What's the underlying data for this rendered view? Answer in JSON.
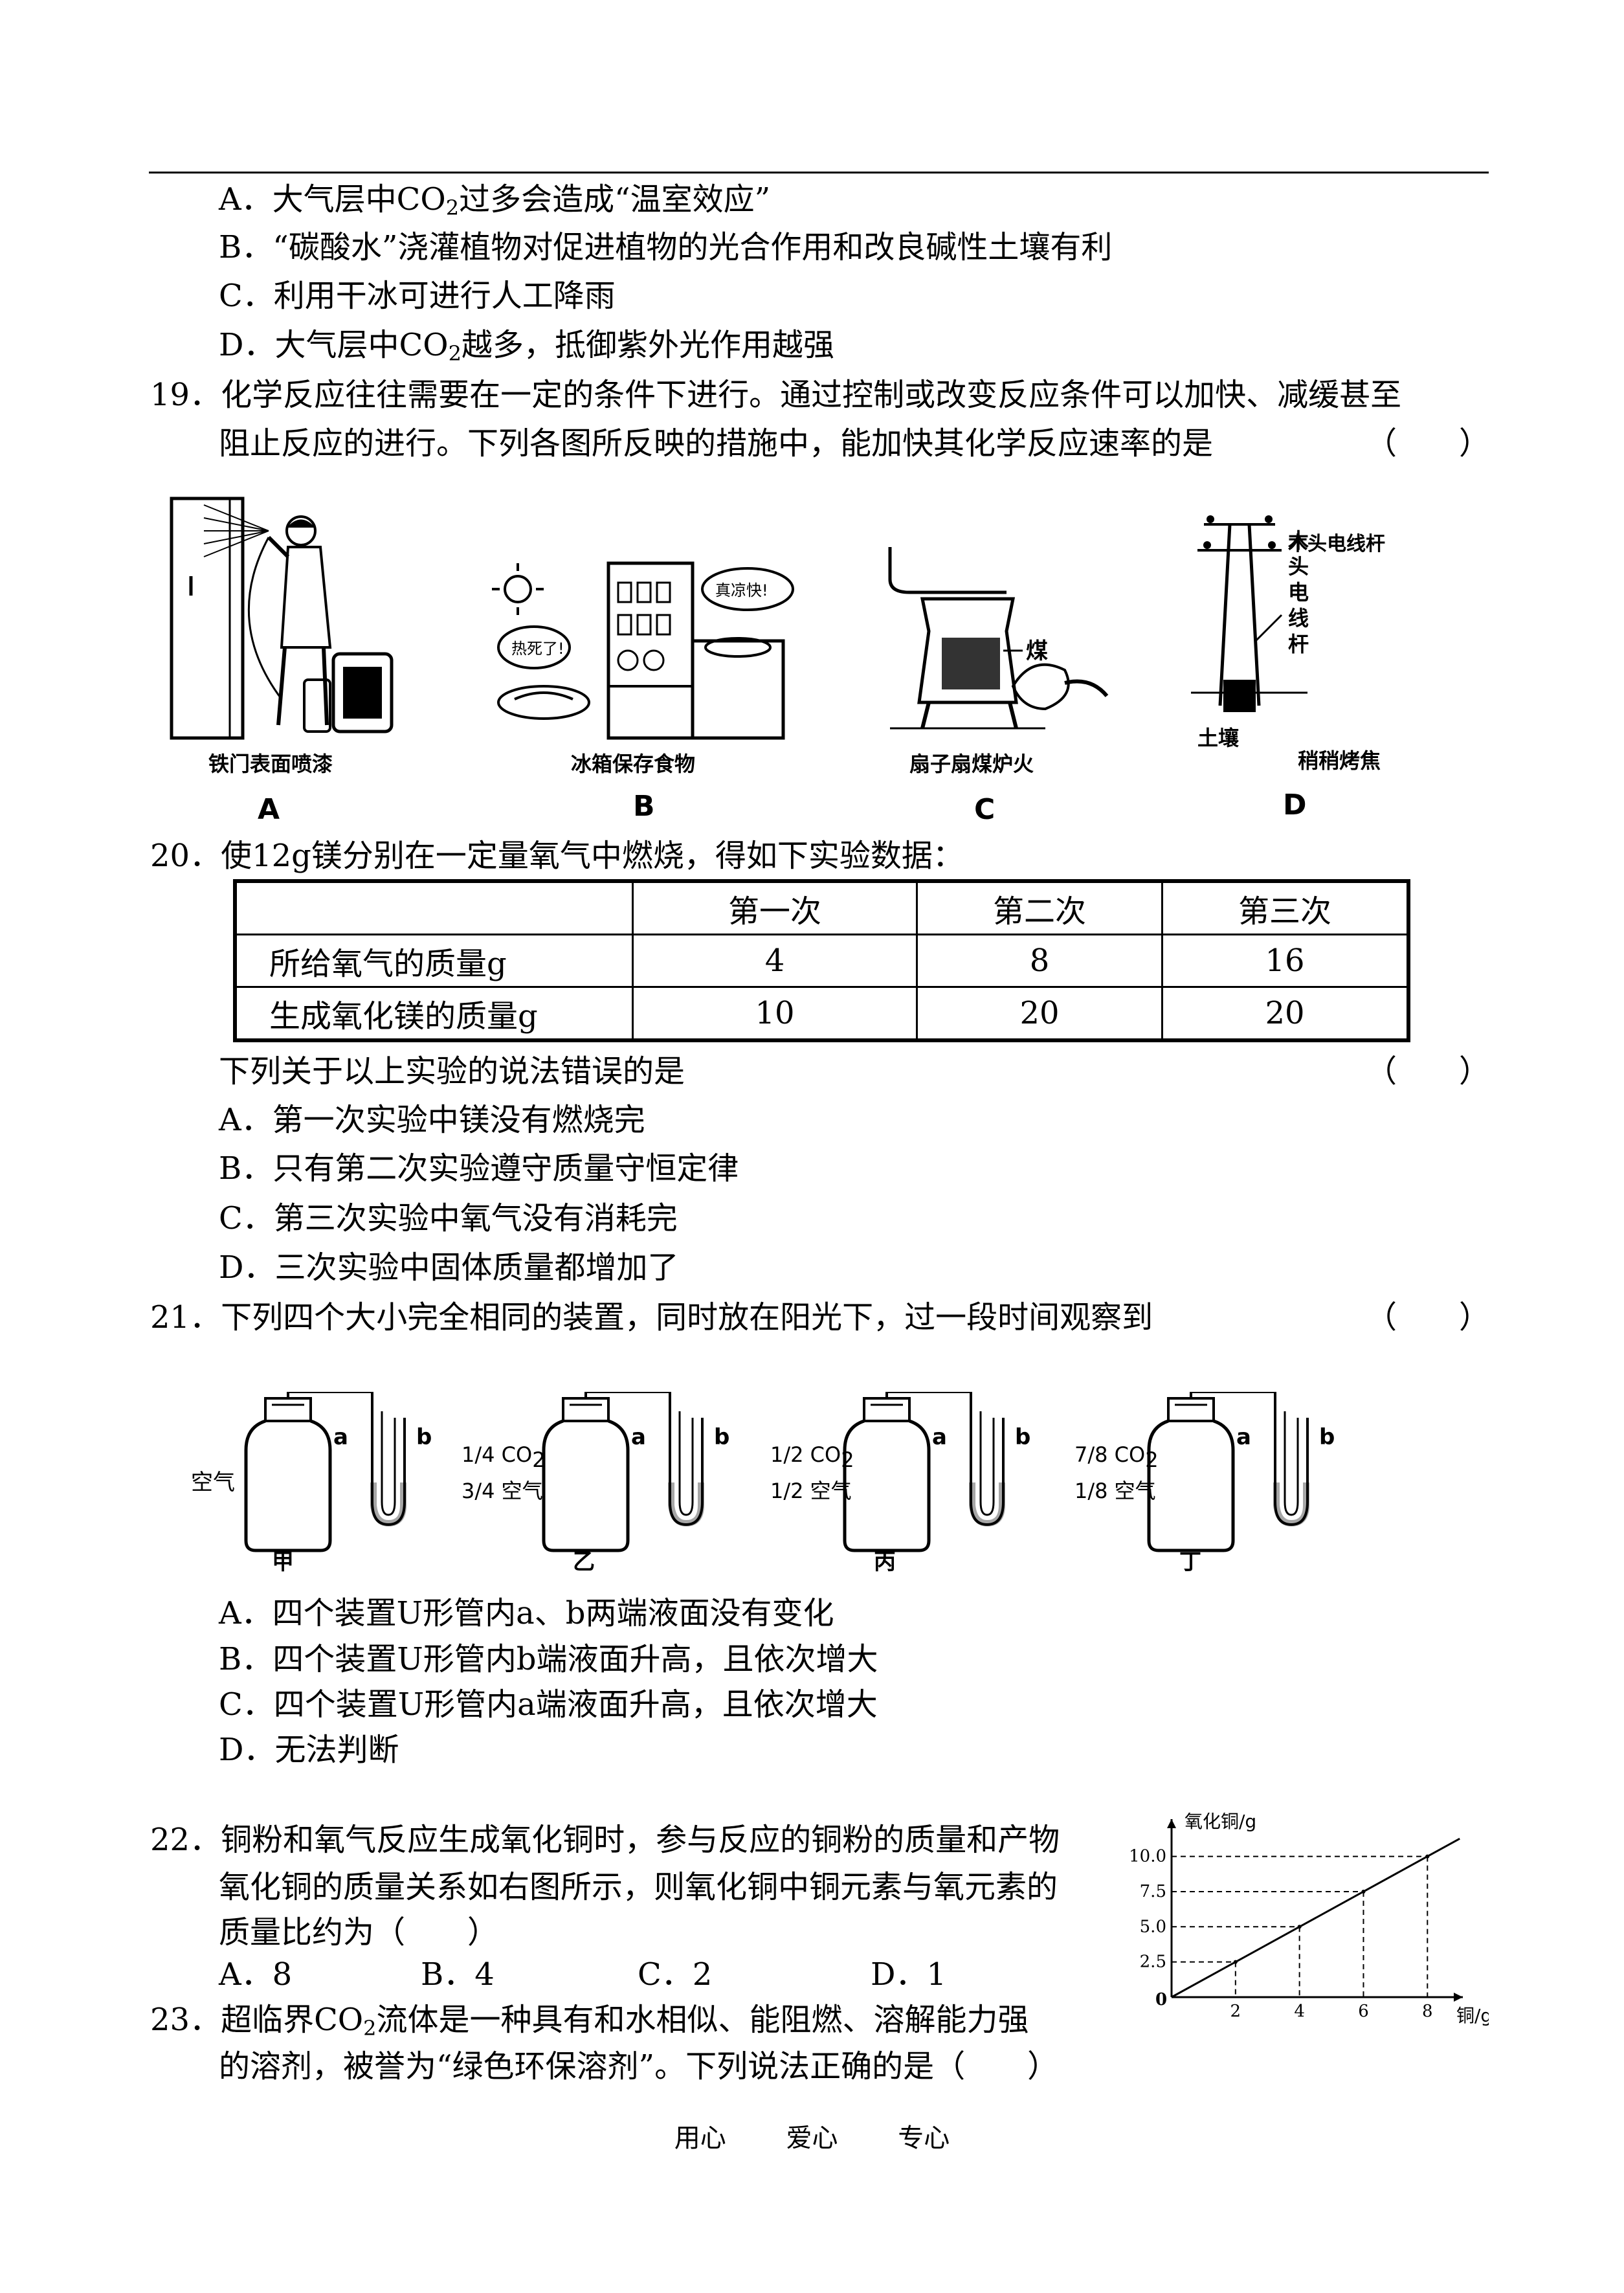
{
  "q18": {
    "a": "A．大气层中CO",
    "a_tail": "过多会造成“温室效应”",
    "b": "B．“碳酸水”浇灌植物对促进植物的光合作用和改良碱性土壤有利",
    "c": "C．利用干冰可进行人工降雨",
    "d": "D．大气层中CO",
    "d_tail": "越多，抵御紫外光作用越强"
  },
  "q19": {
    "line1": "19．化学反应往往需要在一定的条件下进行。通过控制或改变反应条件可以加快、减缓甚至",
    "line2": "阻止反应的进行。下列各图所反映的措施中，能加快其化学反应速率的是",
    "paren": "（　　）",
    "figs": [
      {
        "caption": "铁门表面喷漆",
        "letter": "A"
      },
      {
        "caption": "冰箱保存食物",
        "letter": "B",
        "bubble1": "热死了!",
        "bubble2": "真凉快!"
      },
      {
        "caption": "扇子扇煤炉火",
        "letter": "C",
        "label": "煤"
      },
      {
        "caption": "稍稍烤焦",
        "letter": "D",
        "label_pole": "木头电线杆",
        "label_soil": "土壤"
      }
    ]
  },
  "q20": {
    "stem": "20．使12g镁分别在一定量氧气中燃烧，得如下实验数据：",
    "table": {
      "headers": [
        "",
        "第一次",
        "第二次",
        "第三次"
      ],
      "rows": [
        [
          "所给氧气的质量g",
          "4",
          "8",
          "16"
        ],
        [
          "生成氧化镁的质量g",
          "10",
          "20",
          "20"
        ]
      ]
    },
    "ask": "下列关于以上实验的说法错误的是",
    "paren": "（　　）",
    "a": "A．第一次实验中镁没有燃烧完",
    "b": "B．只有第二次实验遵守质量守恒定律",
    "c": "C．第三次实验中氧气没有消耗完",
    "d": "D．三次实验中固体质量都增加了"
  },
  "q21": {
    "stem": "21．下列四个大小完全相同的装置，同时放在阳光下，过一段时间观察到",
    "paren": "（　　）",
    "devices": [
      {
        "name": "甲",
        "gas1": "空气",
        "gas2": ""
      },
      {
        "name": "乙",
        "gas1": "1/4 CO",
        "gas2": "3/4 空气"
      },
      {
        "name": "丙",
        "gas1": "1/2 CO",
        "gas2": "1/2 空气"
      },
      {
        "name": "丁",
        "gas1": "7/8 CO",
        "gas2": "1/8 空气"
      }
    ],
    "sub2": "2",
    "end_a": "a",
    "end_b": "b",
    "a": "A．四个装置U形管内a、b两端液面没有变化",
    "b": "B．四个装置U形管内b端液面升高，且依次增大",
    "c": "C．四个装置U形管内a端液面升高，且依次增大",
    "d": "D．无法判断"
  },
  "q22": {
    "line1": "22．铜粉和氧气反应生成氧化铜时，参与反应的铜粉的质量和产物",
    "line2": "氧化铜的质量关系如右图所示，则氧化铜中铜元素与氧元素的",
    "line3": "质量比约为（　　）",
    "opt_a": "A．8",
    "opt_b": "B．4",
    "opt_c": "C．2",
    "opt_d": "D．1"
  },
  "q23": {
    "line1a": "23．超临界CO",
    "line1b": "流体是一种具有和水相似、能阻燃、溶解能力强",
    "line2": "的溶剂，被誉为“绿色环保溶剂”。下列说法正确的是（　　）"
  },
  "sub2": "2",
  "chart_data": {
    "type": "line",
    "xlabel": "铜/g",
    "ylabel": "氧化铜/g",
    "origin_label": "0",
    "x_ticks": [
      "2",
      "4",
      "6",
      "8"
    ],
    "y_ticks": [
      "2.5",
      "5.0",
      "7.5",
      "10.0"
    ],
    "x": [
      0,
      2,
      4,
      6,
      8
    ],
    "y": [
      0,
      2.5,
      5.0,
      7.5,
      10.0
    ],
    "xlim": [
      0,
      8.5
    ],
    "ylim": [
      0,
      11.5
    ],
    "dashed_guides": true
  },
  "footer": [
    "用心",
    "爱心",
    "专心"
  ]
}
